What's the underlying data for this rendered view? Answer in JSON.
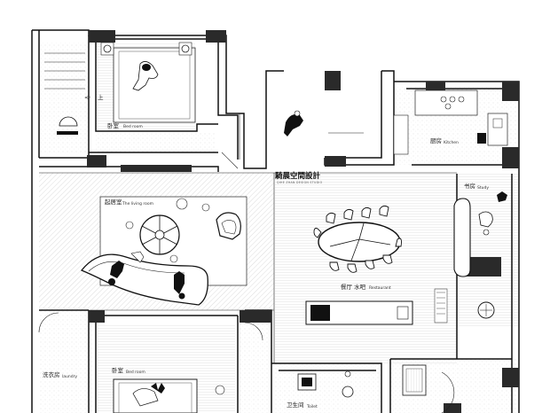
{
  "brand": {
    "name": "騎晨空間設計",
    "subtitle": "QIHE ZHAN DESIGN STUDIO"
  },
  "rooms": {
    "bedroom_top": {
      "zh": "卧室",
      "en": "Bed room"
    },
    "kitchen": {
      "zh": "厨房",
      "en": "Kitchen"
    },
    "living": {
      "zh": "起居室",
      "en": "The living room"
    },
    "study": {
      "zh": "书房",
      "en": "Study"
    },
    "restaurant": {
      "zh": "餐厅 水吧",
      "en": "Restaurant"
    },
    "laundry": {
      "zh": "洗衣房",
      "en": "laundry"
    },
    "bedroom_bottom": {
      "zh": "卧室",
      "en": "Bed room"
    },
    "toilet": {
      "zh": "卫生间",
      "en": "Toilet"
    }
  },
  "stair_label": "上",
  "colors": {
    "wall": "#111111",
    "solid": "#2a2a2a",
    "hatch": "#bdbdbd",
    "paper": "#ffffff"
  }
}
